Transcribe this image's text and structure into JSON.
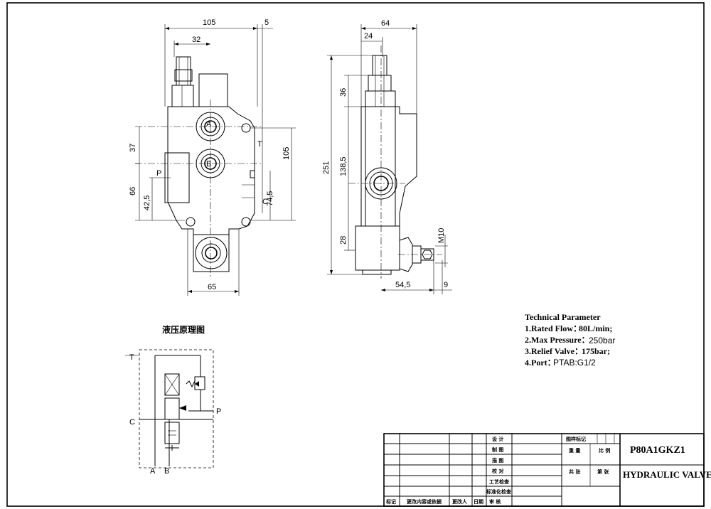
{
  "drawing": {
    "front_view": {
      "dims": [
        "105",
        "5",
        "32",
        "37",
        "66",
        "42,5",
        "105",
        "74,5",
        "65"
      ],
      "ports": [
        "A",
        "B",
        "P",
        "T",
        "C"
      ]
    },
    "side_view": {
      "dims": [
        "64",
        "24",
        "36",
        "138,5",
        "251",
        "28",
        "54,5",
        "9",
        "M10"
      ]
    },
    "hydraulic_schematic": {
      "title": "液压原理图",
      "ports": [
        "T",
        "C",
        "P",
        "A",
        "B"
      ]
    },
    "technical_parameter": {
      "heading": "Technical Parameter",
      "lines": [
        {
          "label": "1.Rated Flow：",
          "value": "80L/min;"
        },
        {
          "label": "2.Max Pressure：",
          "value": "250bar"
        },
        {
          "label": "3.Relief Valve：",
          "value": "175bar;"
        },
        {
          "label": "4.Port：",
          "value": "PTAB:G1/2"
        }
      ]
    },
    "title_block": {
      "model": "P80A1GKZ1",
      "name": "HYDRAULIC VALVE",
      "row_labels": [
        "设 计",
        "制 图",
        "描 图",
        "校 对",
        "工艺检查",
        "标准化检查",
        "审 核"
      ],
      "mark_label": "图样标记",
      "weight_label": "重 量",
      "scale_label": "比 例",
      "sheets_label": "共 张",
      "sheet_label": "第 张",
      "footer": [
        "标记",
        "更改内容或依据",
        "更改人",
        "日期"
      ]
    }
  }
}
